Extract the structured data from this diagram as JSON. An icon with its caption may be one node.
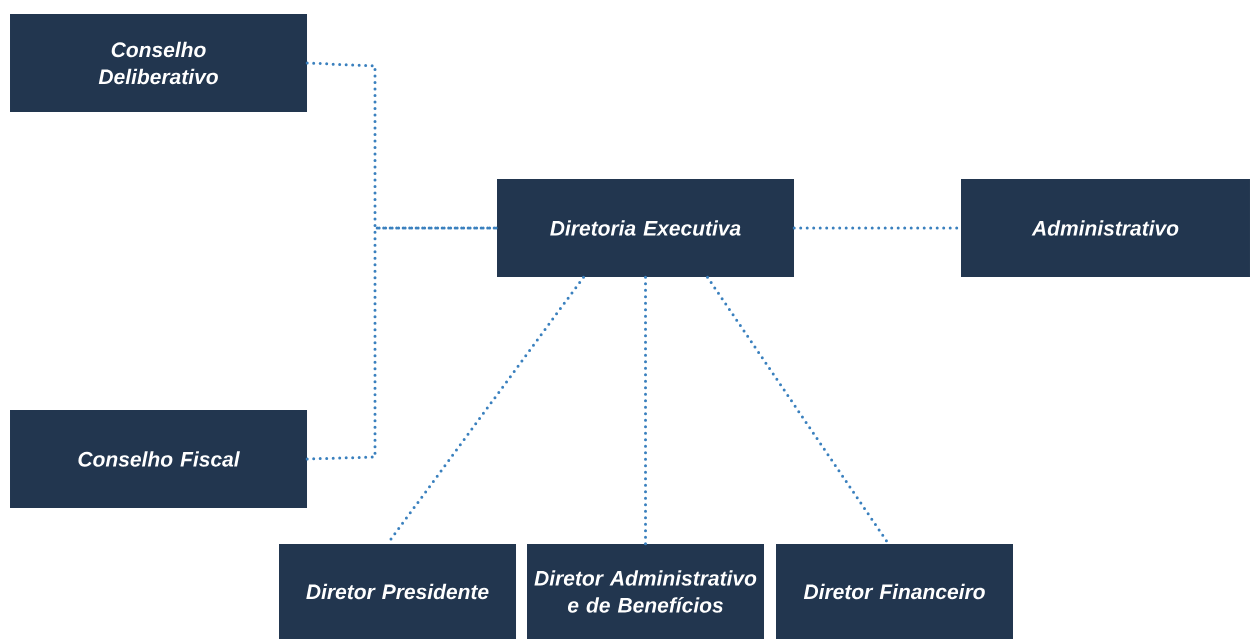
{
  "diagram": {
    "nodes": [
      {
        "text": [
          "Conselho Deliberativo"
        ]
      },
      {
        "text": [
          "Diretoria Executiva"
        ]
      },
      {
        "text": [
          "Administrativo"
        ]
      },
      {
        "text": [
          "Conselho Fiscal"
        ]
      },
      {
        "text": [
          "Diretor Presidente"
        ]
      },
      {
        "text": [
          "Diretor Administrativo e de Benefícios"
        ]
      },
      {
        "text": [
          "Diretor Financeiro"
        ]
      }
    ],
    "edges": [
      {
        "from": 0,
        "to": 1,
        "arrow": "none"
      },
      {
        "from": 3,
        "to": 1,
        "arrow": "none"
      },
      {
        "from": 1,
        "to": 2,
        "arrow": "none"
      },
      {
        "from": 1,
        "to": 4,
        "arrow": "none"
      },
      {
        "from": 1,
        "to": 5,
        "arrow": "none"
      },
      {
        "from": 1,
        "to": 6,
        "arrow": "none"
      }
    ]
  }
}
